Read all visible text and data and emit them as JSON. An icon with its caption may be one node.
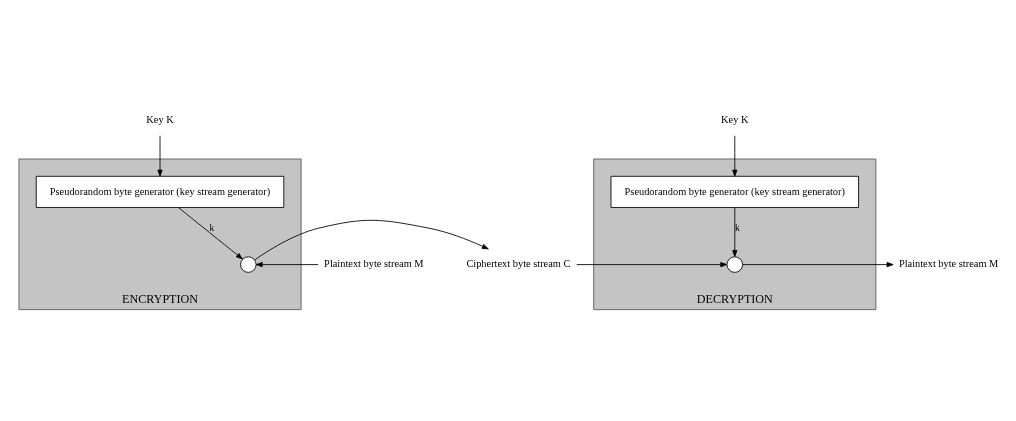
{
  "diagram": {
    "nodes": [
      {
        "text": [
          "Key K"
        ]
      },
      {
        "text": [
          "ENCRYPTION"
        ]
      },
      {
        "text": [
          "Pseudorandom byte generator (key stream generator)"
        ],
        "in": 1
      },
      {
        "text": [],
        "shape": "circle",
        "in": 1
      },
      {
        "text": [
          "Plaintext byte stream M"
        ]
      },
      {
        "text": [
          "Ciphertext byte stream C"
        ]
      },
      {
        "text": [
          "Key K"
        ]
      },
      {
        "text": [
          "DECRYPTION"
        ]
      },
      {
        "text": [
          "Pseudorandom byte generator (key stream generator)"
        ],
        "in": 7
      },
      {
        "text": [],
        "shape": "circle",
        "in": 7
      },
      {
        "text": [
          "Plaintext byte stream M"
        ]
      }
    ],
    "edges": [
      {
        "from": 0,
        "to": 2,
        "arrow": "to"
      },
      {
        "from": 2,
        "to": 3,
        "arrow": "to",
        "label": "k"
      },
      {
        "from": 4,
        "to": 3,
        "arrow": "to"
      },
      {
        "from": 3,
        "to": 5,
        "arrow": "to"
      },
      {
        "from": 6,
        "to": 8,
        "arrow": "to"
      },
      {
        "from": 8,
        "to": 9,
        "arrow": "to",
        "label": "k"
      },
      {
        "from": 5,
        "to": 9,
        "arrow": "to"
      },
      {
        "from": 9,
        "to": 10,
        "arrow": "to"
      }
    ]
  }
}
